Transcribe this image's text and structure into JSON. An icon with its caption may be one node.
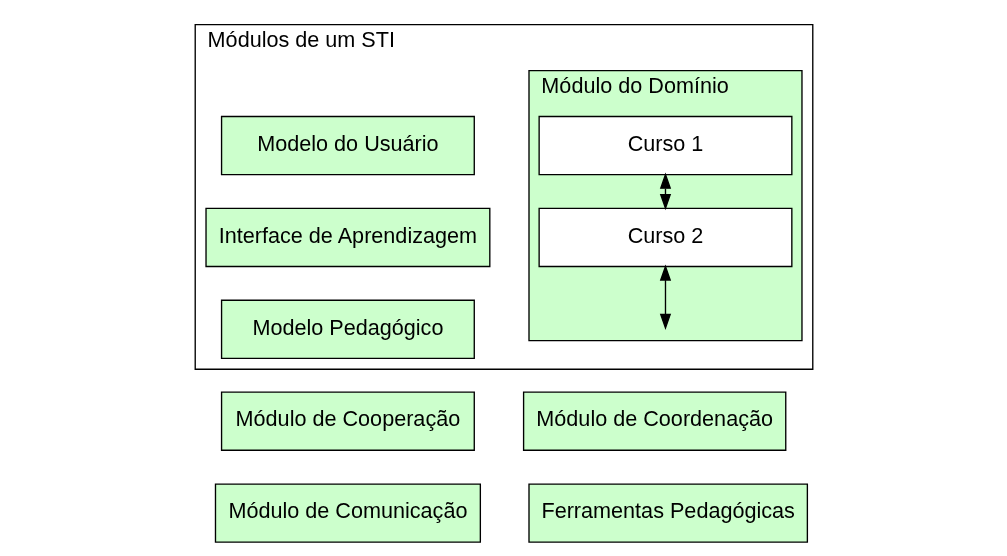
{
  "diagram": {
    "nodes": [
      {
        "text": [
          "Módulos de um STI"
        ]
      },
      {
        "text": [
          "Modelo do Usuário"
        ],
        "in": 0
      },
      {
        "text": [
          "Interface de Aprendizagem"
        ],
        "in": 0
      },
      {
        "text": [
          "Modelo Pedagógico"
        ],
        "in": 0
      },
      {
        "text": [
          "Módulo do Domínio"
        ],
        "in": 0
      },
      {
        "text": [
          "Curso 1"
        ],
        "in": 4
      },
      {
        "text": [
          "Curso 2"
        ],
        "in": 4
      },
      {
        "text": [
          "Módulo de Cooperação"
        ]
      },
      {
        "text": [
          "Módulo de Coordenação"
        ]
      },
      {
        "text": [
          "Módulo de Comunicação"
        ]
      },
      {
        "text": [
          "Ferramentas Pedagógicas"
        ]
      }
    ],
    "edges": [
      {
        "from": 5,
        "to": 6,
        "arrow": "both"
      },
      {
        "from": 6,
        "to": null,
        "arrow": "both"
      }
    ]
  }
}
